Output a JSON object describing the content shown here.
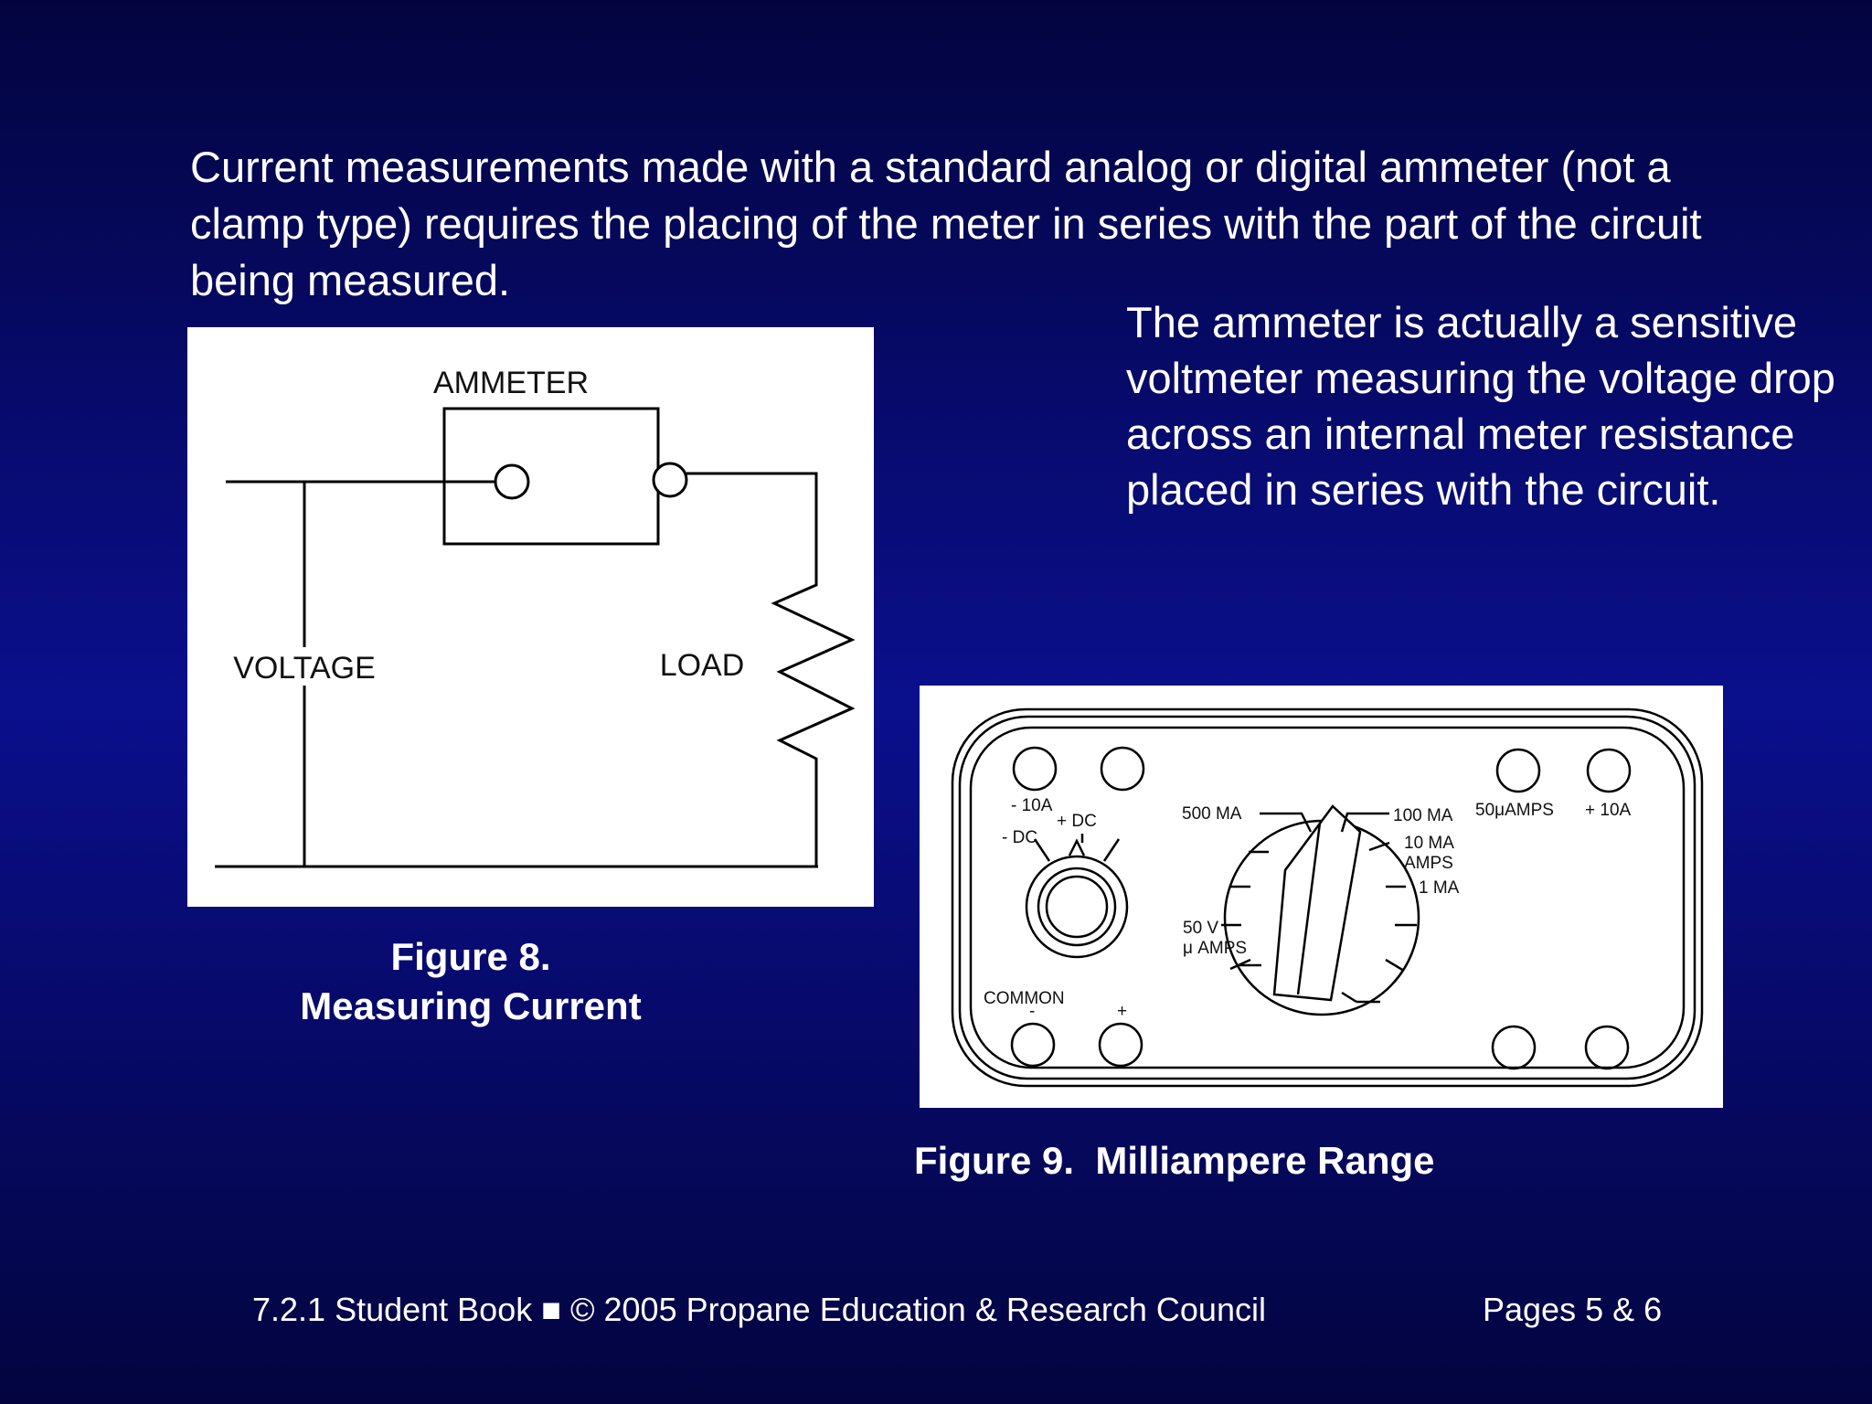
{
  "slide": {
    "intro_text": "Current measurements made with a standard analog or digital ammeter (not a clamp type) requires the placing of the meter in series with the part of the circuit being measured.",
    "side_text": "The ammeter is actually a sensitive voltmeter measuring the voltage drop across an internal meter resistance placed in series with the circuit."
  },
  "figure8": {
    "ammeter_label": "AMMETER",
    "voltage_label": "VOLTAGE",
    "load_label": "LOAD",
    "caption_line1": "Figure 8.",
    "caption_line2": "Measuring Current"
  },
  "figure9": {
    "caption": "Figure 9.  Milliampere Range",
    "labels": {
      "minus_10a": "- 10A",
      "plus_dc": "+ DC",
      "minus_dc": "- DC",
      "ma500": "500 MA",
      "ma100": "100 MA",
      "ma10": "10 MA",
      "amps": "AMPS",
      "ma1": "1 MA",
      "v50": "50 V",
      "micro_amps": "μ AMPS",
      "fifty_micro_amps": "50μAMPS",
      "plus_10a": "+ 10A",
      "common": "COMMON",
      "minus": "-",
      "plus": "+"
    }
  },
  "footer": {
    "left": "7.2.1 Student Book ■ © 2005 Propane Education & Research Council",
    "right": "Pages 5 & 6"
  }
}
